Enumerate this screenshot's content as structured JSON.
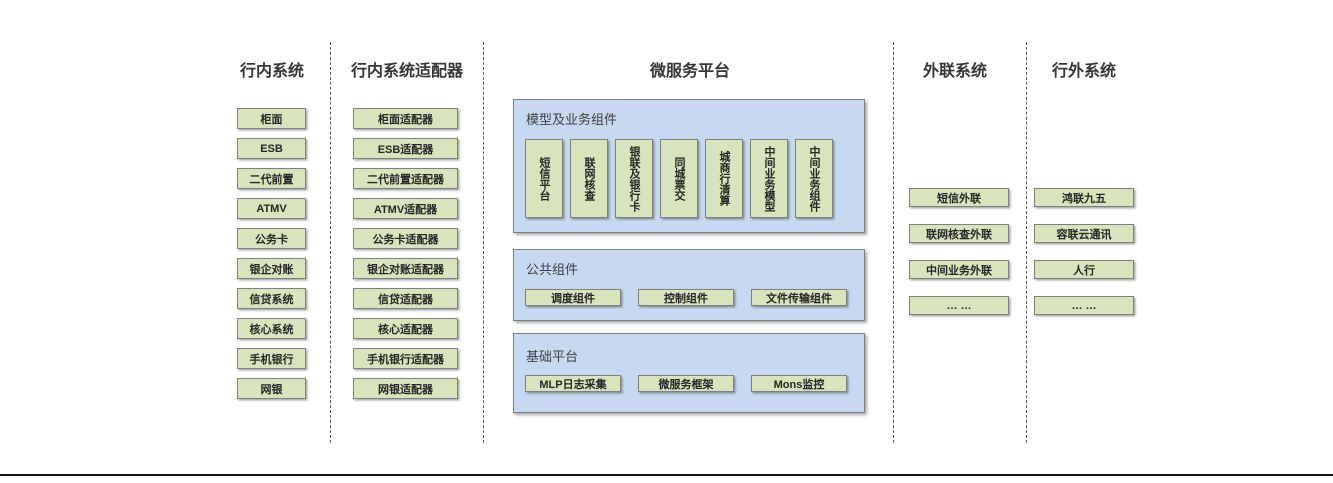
{
  "columns": {
    "internal": {
      "title": "行内系统",
      "items": [
        "柜面",
        "ESB",
        "二代前置",
        "ATMV",
        "公务卡",
        "银企对账",
        "信贷系统",
        "核心系统",
        "手机银行",
        "网银"
      ]
    },
    "adapters": {
      "title": "行内系统适配器",
      "items": [
        "柜面适配器",
        "ESB适配器",
        "二代前置适配器",
        "ATMV适配器",
        "公务卡适配器",
        "银企对账适配器",
        "信贷适配器",
        "核心适配器",
        "手机银行适配器",
        "网银适配器"
      ]
    },
    "platform": {
      "title": "微服务平台",
      "sections": [
        {
          "label": "模型及业务组件",
          "items": [
            "短信平台",
            "联网核查",
            "银联及银行卡",
            "同城票交",
            "城商行清算",
            "中间业务模型",
            "中间业务组件"
          ]
        },
        {
          "label": "公共组件",
          "items": [
            "调度组件",
            "控制组件",
            "文件传输组件"
          ]
        },
        {
          "label": "基础平台",
          "items": [
            "MLP日志采集",
            "微服务框架",
            "Mons监控"
          ]
        }
      ]
    },
    "outreach": {
      "title": "外联系统",
      "items": [
        "短信外联",
        "联网核查外联",
        "中间业务外联",
        "… …"
      ]
    },
    "external": {
      "title": "行外系统",
      "items": [
        "鸿联九五",
        "容联云通讯",
        "人行",
        "… …"
      ]
    }
  },
  "colors": {
    "box_green": "#d8e4bc",
    "panel_blue": "#c6d9f0",
    "border_gray": "#7f7f7f",
    "dash_gray": "#595959",
    "text_dark": "#262626"
  }
}
